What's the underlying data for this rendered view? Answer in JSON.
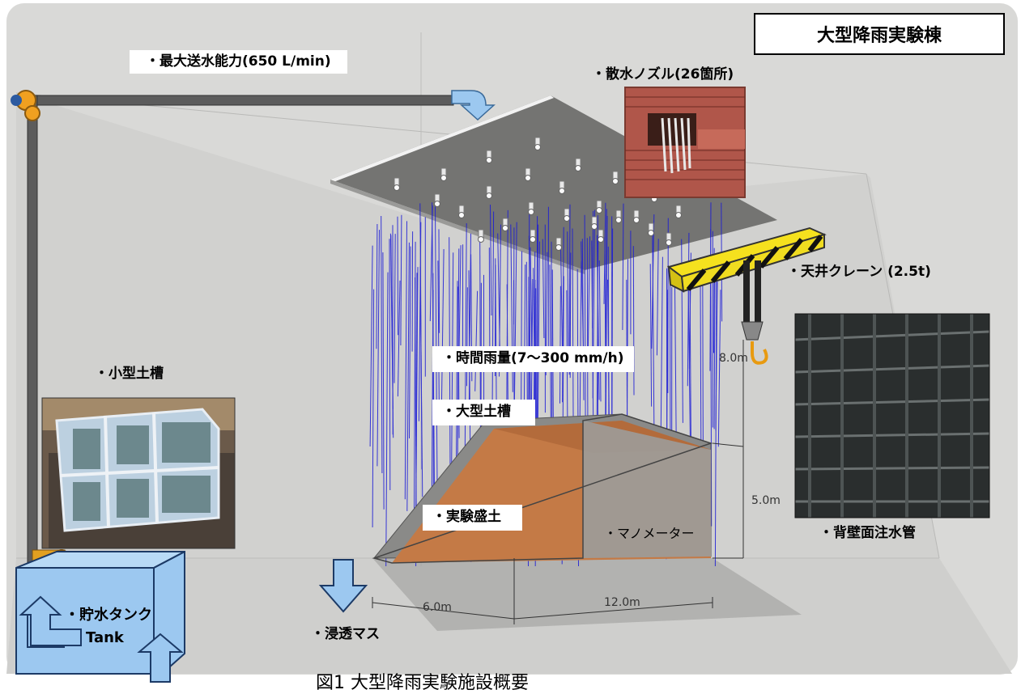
{
  "title": "大型降雨実験棟",
  "labels": {
    "max_pump_capacity": "・最大送水能力(650 L/min)",
    "spray_nozzles": "・散水ノズル(26箇所)",
    "ceiling_crane": "・天井クレーン (2.5t)",
    "hourly_rainfall": "・時間雨量(7〜300 mm/h)",
    "small_soil_tank": "・小型土槽",
    "large_soil_tank": "・大型土槽",
    "test_embankment": "・実験盛土",
    "manometer": "・マノメーター",
    "back_wall_pipes": "・背壁面注水管",
    "storage_tank": "・貯水タンク",
    "tank_en": "Tank",
    "seepage_box": "・浸透マス"
  },
  "dimensions": {
    "height_8m": "8.0m",
    "height_5m": "5.0m",
    "width_6m": "6.0m",
    "length_12m": "12.0m"
  },
  "caption": "図1 大型降雨実験施設概要",
  "colors": {
    "wall": "#d8d8d6",
    "floor": "#c9c9c7",
    "rain": "#1a1ad6",
    "embankment": "#b46a3c",
    "pipe": "#5a5a5a",
    "arrow": "#9cc8f0",
    "crane_yellow": "#f5e11e"
  }
}
